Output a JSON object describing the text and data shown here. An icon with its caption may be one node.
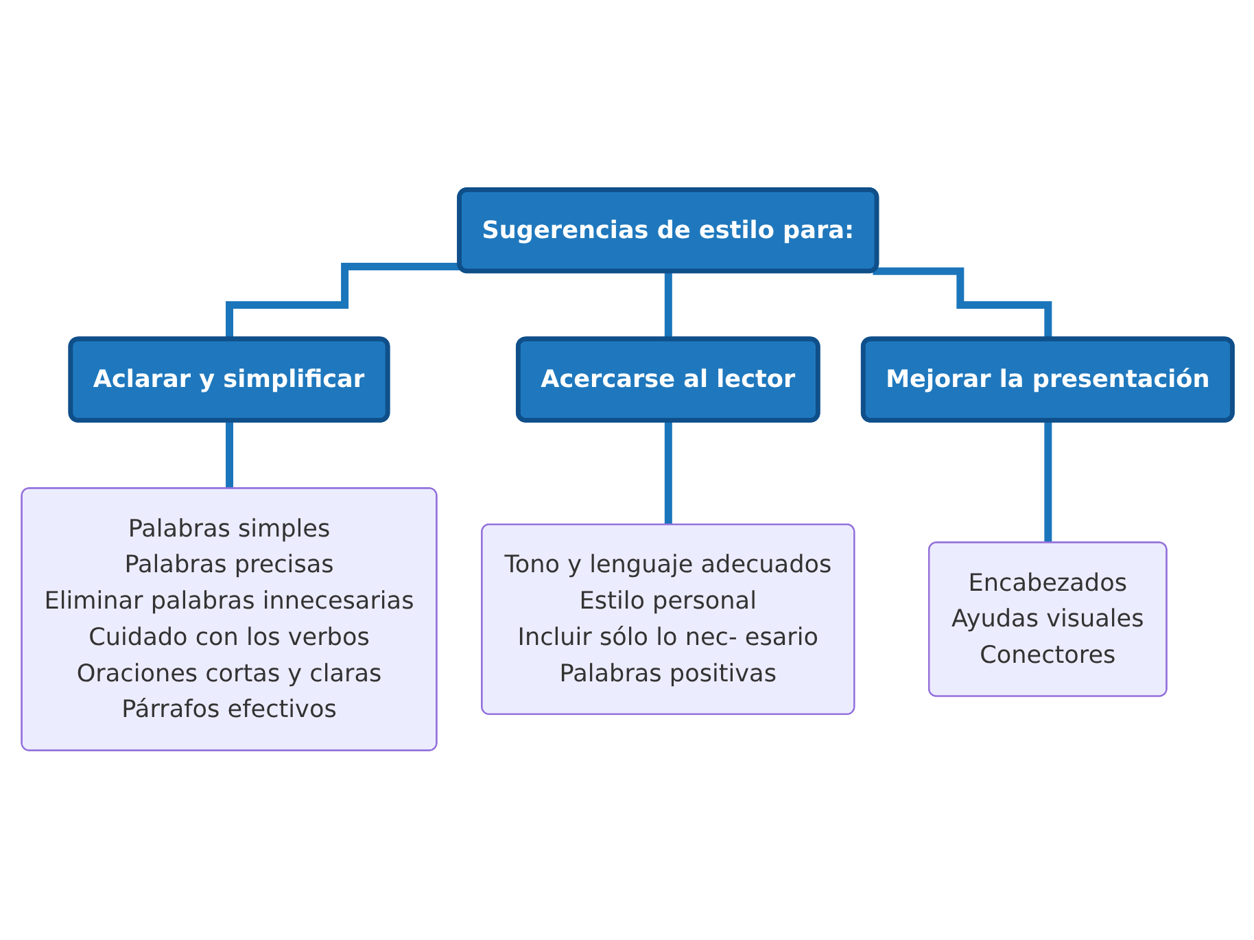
{
  "diagram": {
    "nodes": [
      {
        "text": [
          "Sugerencias de estilo para:"
        ]
      },
      {
        "text": [
          "Aclarar y simplificar"
        ]
      },
      {
        "text": [
          "Acercarse al lector"
        ]
      },
      {
        "text": [
          "Mejorar la presentación"
        ]
      },
      {
        "text": [
          "Palabras simples",
          "Palabras precisas",
          "Eliminar palabras innecesarias",
          "Cuidado con los verbos",
          "Oraciones cortas y claras",
          "Párrafos efectivos"
        ]
      },
      {
        "text": [
          "Tono y lenguaje adecuados",
          "Estilo personal",
          "Incluir sólo lo nec- esario",
          "Palabras positivas"
        ]
      },
      {
        "text": [
          "Encabezados",
          "Ayudas visuales",
          "Conectores"
        ]
      }
    ],
    "edges": [
      {
        "from": 0,
        "to": 1,
        "arrow": "none"
      },
      {
        "from": 0,
        "to": 2,
        "arrow": "none"
      },
      {
        "from": 0,
        "to": 3,
        "arrow": "none"
      },
      {
        "from": 1,
        "to": 4,
        "arrow": "none"
      },
      {
        "from": 2,
        "to": 5,
        "arrow": "none"
      },
      {
        "from": 3,
        "to": 6,
        "arrow": "none"
      }
    ]
  }
}
